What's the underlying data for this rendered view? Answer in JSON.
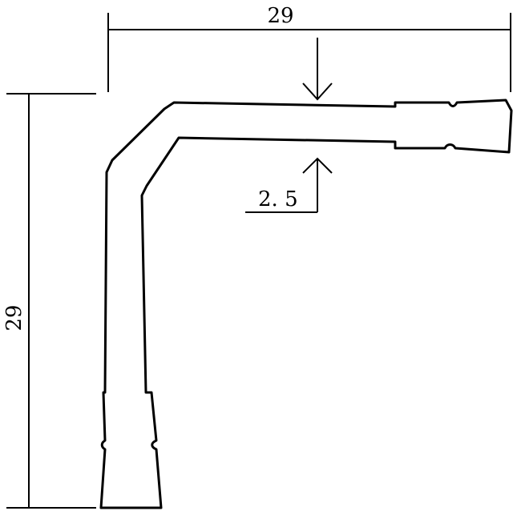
{
  "drawing": {
    "dimensions": {
      "width_label": "29",
      "height_label": "29",
      "thickness_label": "2. 5"
    },
    "colors": {
      "ink": "#000000",
      "background": "#ffffff"
    }
  }
}
